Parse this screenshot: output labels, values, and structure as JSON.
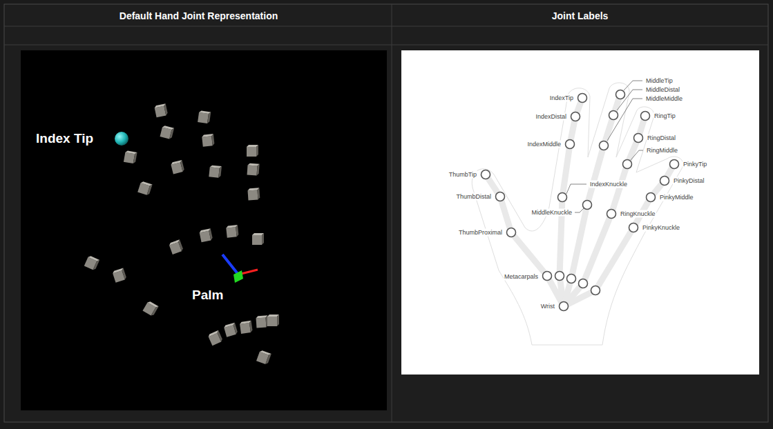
{
  "diagram": {
    "nodes": [
      {
        "text": [
          "Default Hand Joint Representation"
        ]
      },
      {
        "text": [
          "Joint Labels"
        ]
      }
    ],
    "labels": [
      "Index Tip",
      "Palm",
      "MiddleTip",
      "MiddleDistal",
      "MiddleMiddle",
      "IndexTip",
      "RingTip",
      "IndexDistal",
      "RingDistal",
      "IndexMiddle",
      "RingMiddle",
      "PinkyTip",
      "ThumbTip",
      "IndexKnuckle",
      "PinkyDistal",
      "ThumbDistal",
      "PinkyMiddle",
      "MiddleKnuckle",
      "RingKnuckle",
      "PinkyKnuckle",
      "ThumbProximal",
      "Metacarpals",
      "Wrist"
    ]
  }
}
